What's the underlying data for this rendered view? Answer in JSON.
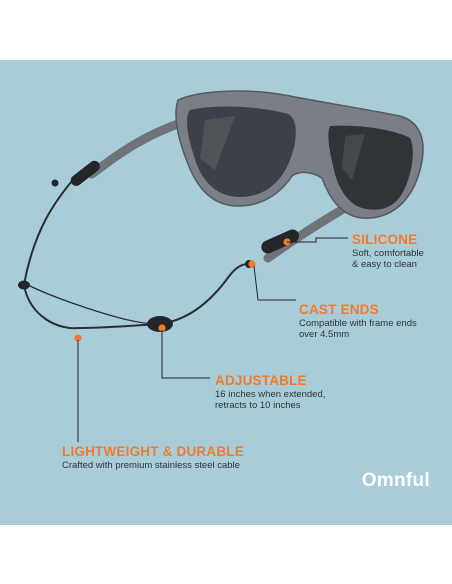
{
  "features": [
    {
      "title": "SILICONE",
      "lines": [
        "Soft, comfortable",
        "& easy to clean"
      ]
    },
    {
      "title": "CAST ENDS",
      "lines": [
        "Compatible with frame ends",
        "over 4.5mm"
      ]
    },
    {
      "title": "ADJUSTABLE",
      "lines": [
        "16 inches when extended,",
        "retracts to 10 inches"
      ]
    },
    {
      "title": "LIGHTWEIGHT & DURABLE",
      "lines": [
        "Crafted with premium stainless steel cable"
      ]
    }
  ],
  "brand": "Omnful",
  "colors": {
    "background": "#a9cdd8",
    "accent": "#f07a2c",
    "frame": "#6f747a",
    "lens": "#3c4147",
    "brand_text": "#ffffff"
  }
}
